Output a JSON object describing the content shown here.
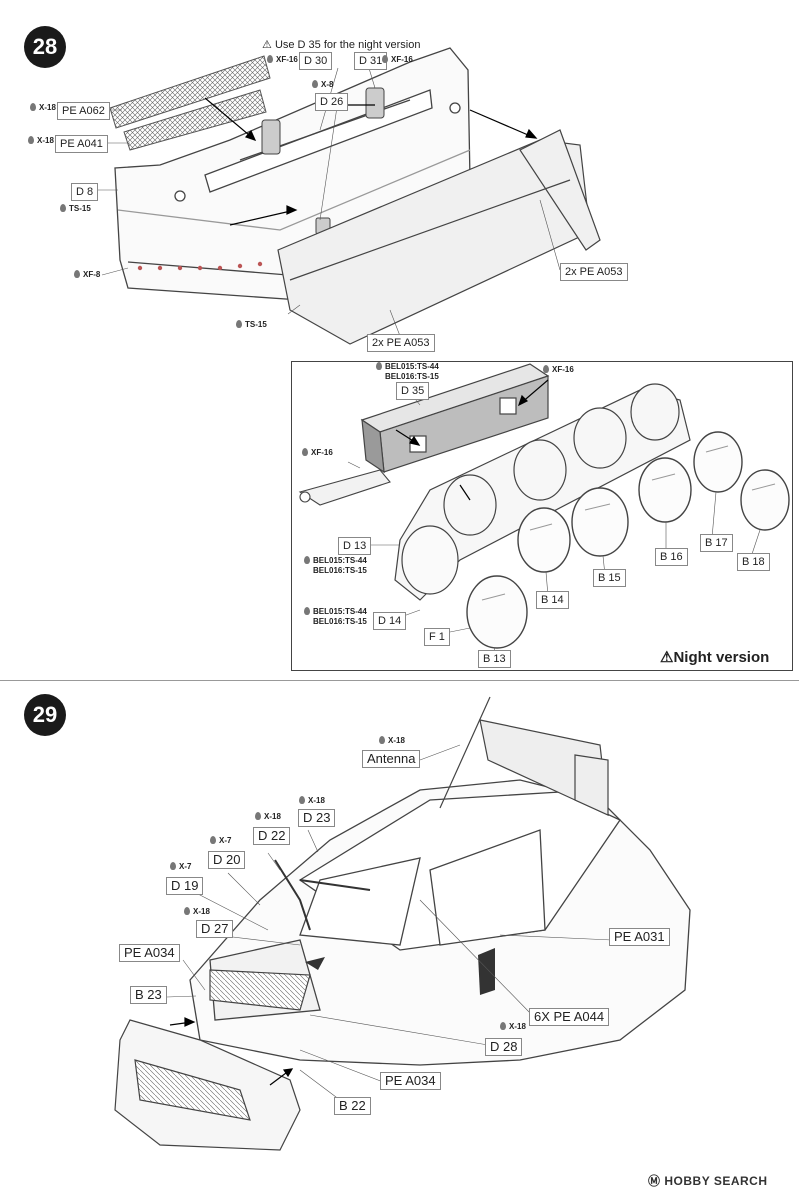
{
  "steps": [
    "28",
    "29"
  ],
  "step28": {
    "note": "Use D 35 for the night version",
    "labels": {
      "pe_a062": "PE A062",
      "pe_a041": "PE A041",
      "d8": "D 8",
      "d30": "D 30",
      "d31": "D 31",
      "d26": "D 26",
      "pe_a053_right": "2x PE A053",
      "pe_a053_bottom": "2x PE A053"
    },
    "paints": {
      "x18_a": "X-18",
      "x18_b": "X-18",
      "ts15_a": "TS-15",
      "xf8": "XF-8",
      "ts15_b": "TS-15",
      "xf16_a": "XF-16",
      "x8": "X-8",
      "xf16_b": "XF-16"
    }
  },
  "night": {
    "title": "Night version",
    "labels": {
      "d35": "D 35",
      "d13": "D 13",
      "d14": "D 14",
      "f1": "F 1",
      "b13": "B 13",
      "b14": "B 14",
      "b15": "B 15",
      "b16": "B 16",
      "b17": "B 17",
      "b18": "B 18"
    },
    "paints": {
      "bel015_a": "BEL015:TS-44",
      "bel016_a": "BEL016:TS-15",
      "xf16_a": "XF-16",
      "xf16_b": "XF-16",
      "bel015_b": "BEL015:TS-44",
      "bel016_b": "BEL016:TS-15",
      "bel015_c": "BEL015:TS-44",
      "bel016_c": "BEL016:TS-15"
    }
  },
  "step29": {
    "labels": {
      "antenna": "Antenna",
      "d23": "D 23",
      "d22": "D 22",
      "d20": "D 20",
      "d19": "D 19",
      "d27": "D 27",
      "pe_a034_a": "PE A034",
      "b23": "B 23",
      "pe_a031": "PE A031",
      "pe_a044": "6X PE A044",
      "d28": "D 28",
      "pe_a034_b": "PE A034",
      "b22": "B 22"
    },
    "paints": {
      "antenna": "X-18",
      "d23": "X-18",
      "d22": "X-18",
      "d20": "X-7",
      "d19": "X-7",
      "d27": "X-18",
      "d28": "X-18"
    }
  },
  "watermark": "HOBBY SEARCH"
}
